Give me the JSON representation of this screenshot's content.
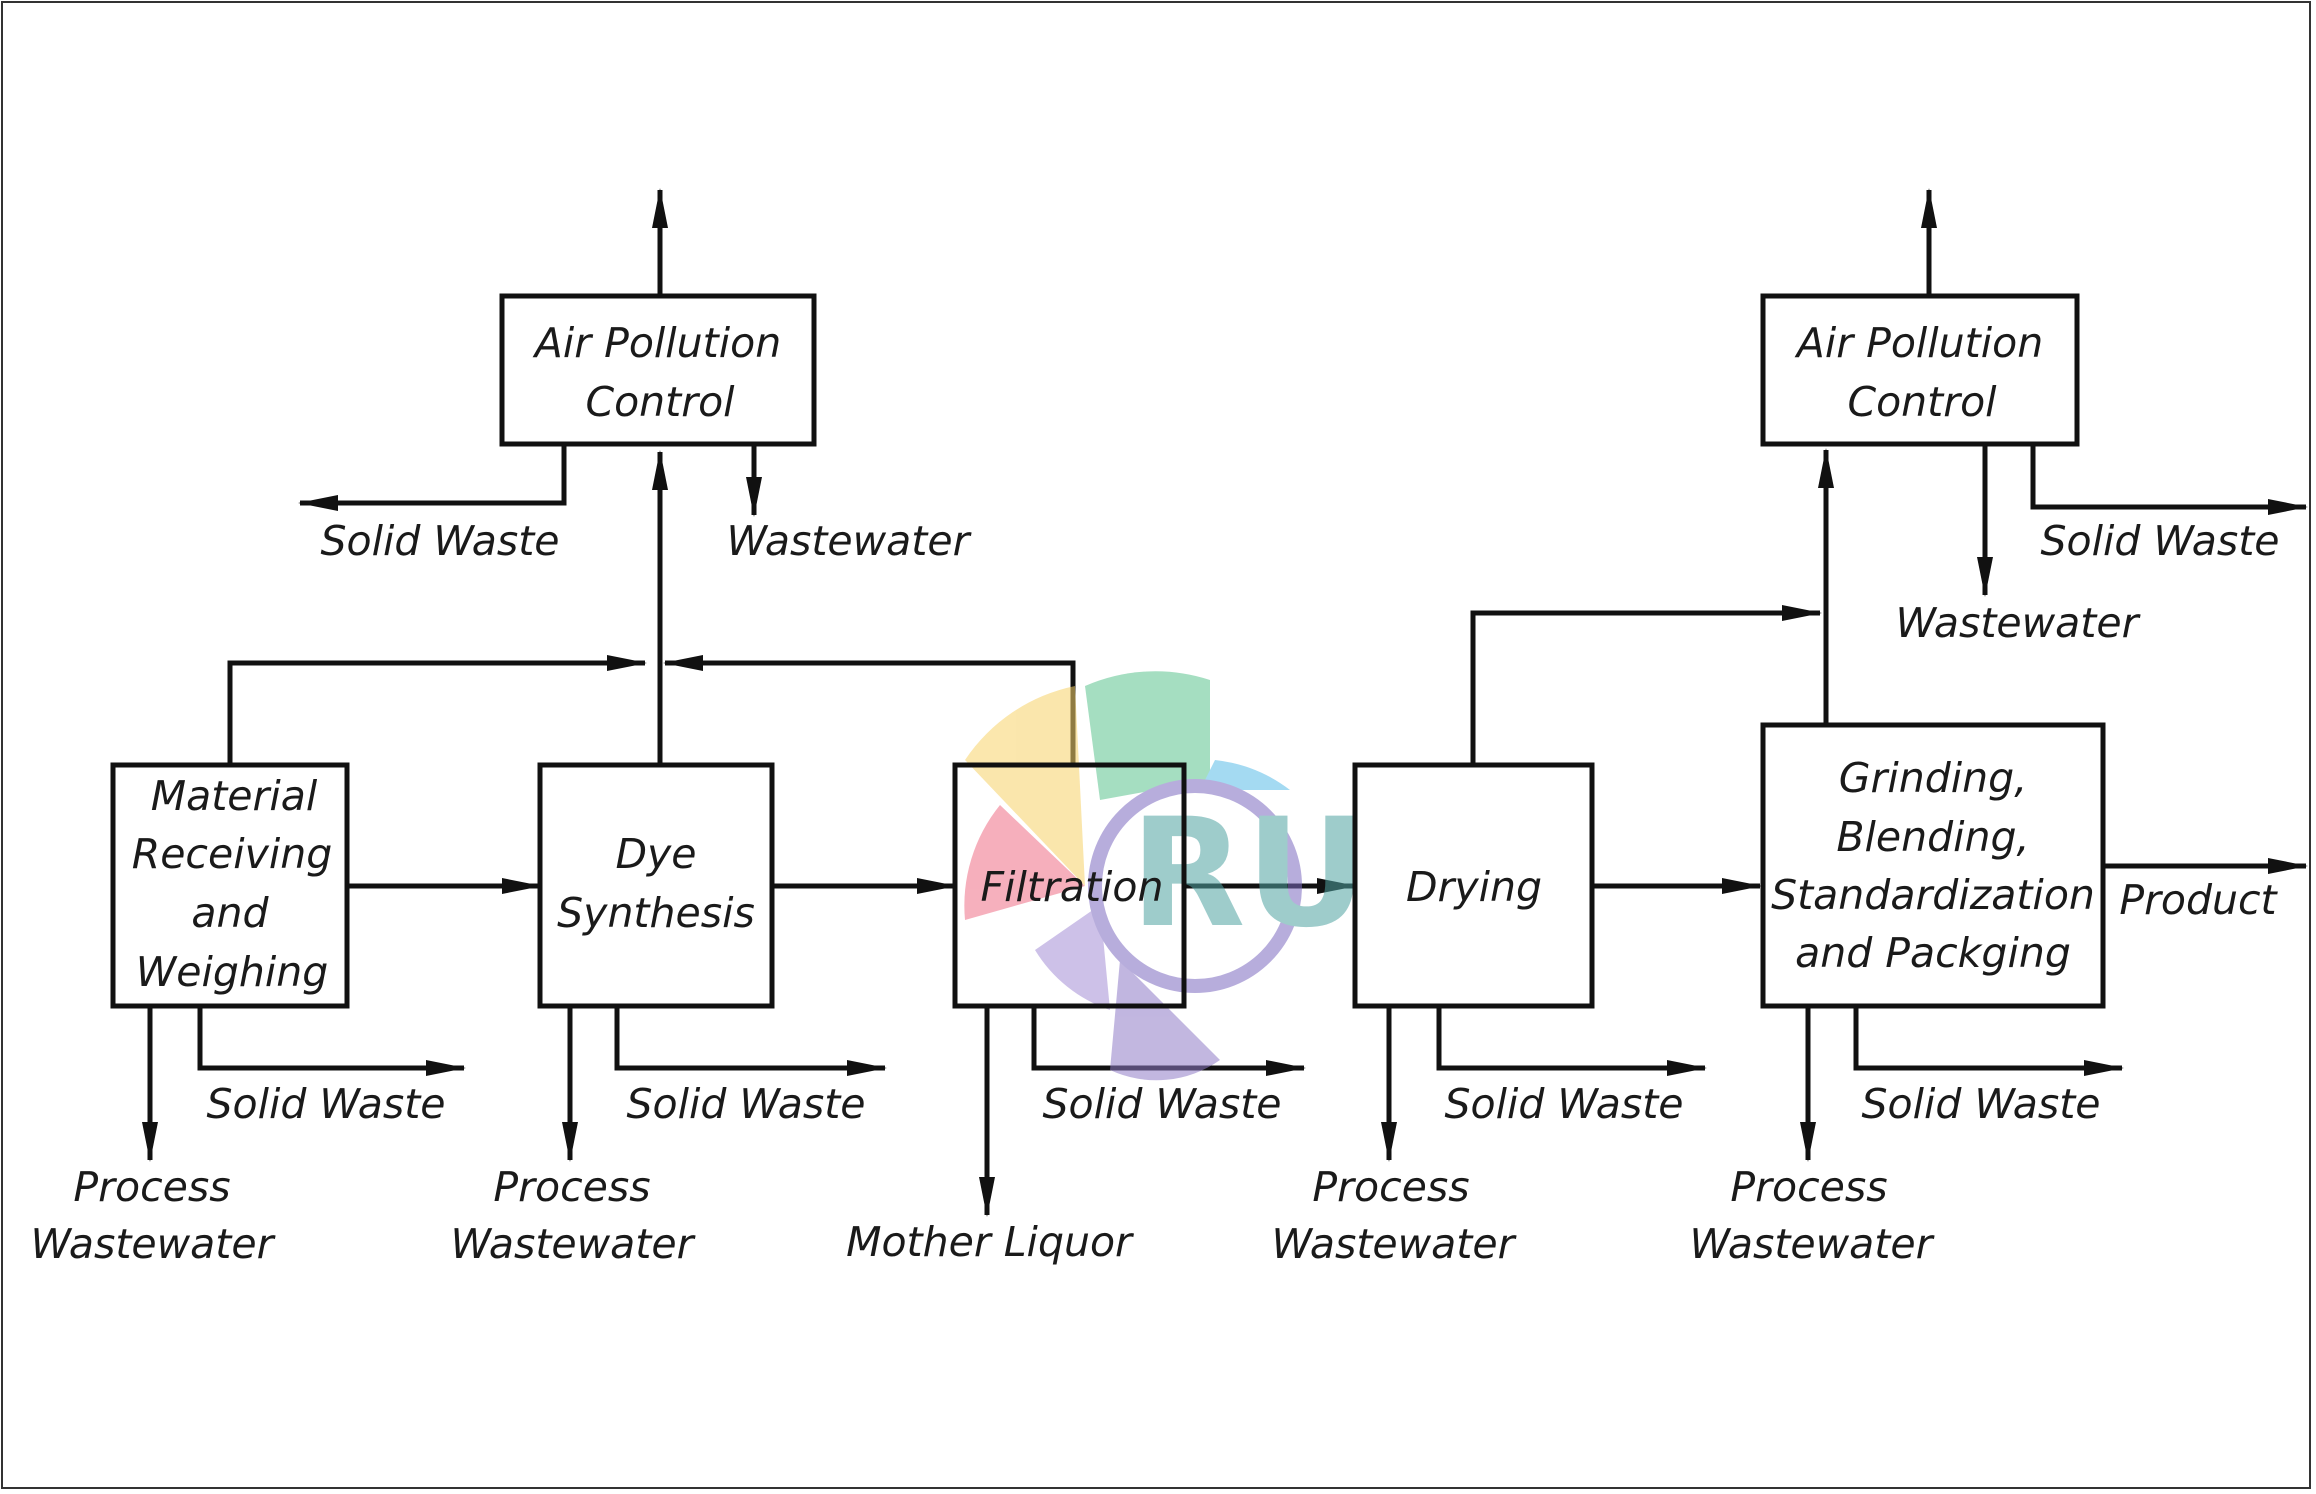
{
  "nodes": {
    "apc_left": [
      "Air Pollution",
      "Control"
    ],
    "apc_right": [
      "Air Pollution",
      "Control"
    ],
    "material": [
      "Material",
      "Receiving",
      "and",
      "Weighing"
    ],
    "dye": [
      "Dye",
      "Synthesis"
    ],
    "filtration": [
      "Filtration"
    ],
    "drying": [
      "Drying"
    ],
    "grinding": [
      "Grinding,",
      "Blending,",
      "Standardization",
      "and Packging"
    ]
  },
  "outputs": {
    "apc_left_solid": "Solid Waste",
    "apc_left_water": "Wastewater",
    "apc_right_solid": "Solid Waste",
    "apc_right_water": "Wastewater",
    "material_solid": "Solid Waste",
    "material_process": [
      "Process",
      "Wastewater"
    ],
    "dye_solid": "Solid Waste",
    "dye_process": [
      "Process",
      "Wastewater"
    ],
    "filtration_solid": "Solid Waste",
    "mother_liquor": "Mother Liquor",
    "drying_solid": "Solid Waste",
    "drying_process": [
      "Process",
      "Wastewater"
    ],
    "grinding_solid": "Solid Waste",
    "grinding_process": [
      "Process",
      "Wastewater"
    ],
    "product": "Product"
  },
  "watermark": {
    "text": "RU",
    "colors": [
      "#f7d36a",
      "#5cc48f",
      "#5bbce8",
      "#ef6f86",
      "#a58fd6",
      "#5aa9a8"
    ]
  }
}
